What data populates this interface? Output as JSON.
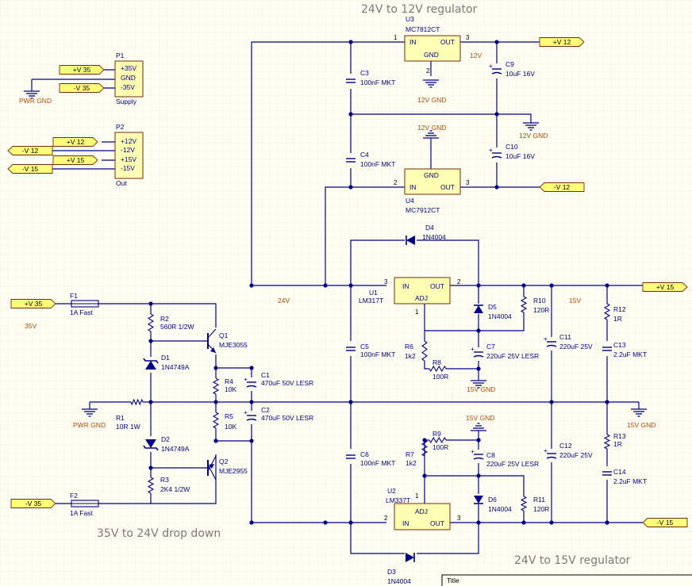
{
  "headings": [
    {
      "id": "heading-12v-regulator",
      "text": "24V to 12V regulator"
    },
    {
      "id": "heading-drop-down",
      "text": "35V to 24V drop down"
    },
    {
      "id": "heading-15v-regulator",
      "text": "24V to 15V regulator"
    }
  ],
  "net_labels": [
    {
      "id": "net-p1-plus-v35",
      "text": "+V 35"
    },
    {
      "id": "net-p1-minus-v35",
      "text": "-V 35"
    },
    {
      "id": "net-p2-plus-v12",
      "text": "+V 12"
    },
    {
      "id": "net-p2-minus-v12",
      "text": "-V 12"
    },
    {
      "id": "net-p2-plus-v15",
      "text": "+V 15"
    },
    {
      "id": "net-p2-minus-v15",
      "text": "-V 15"
    },
    {
      "id": "net-u3-plus-v12",
      "text": "+V 12"
    },
    {
      "id": "net-u4-minus-v12",
      "text": "-V 12"
    },
    {
      "id": "net-in-plus-v35",
      "text": "+V 35"
    },
    {
      "id": "net-in-minus-v35",
      "text": "-V 35"
    },
    {
      "id": "net-out-plus-v15",
      "text": "+V 15"
    },
    {
      "id": "net-out-minus-v15",
      "text": "-V 15"
    }
  ],
  "texts": [
    {
      "id": "pwr-gnd-p1",
      "text": "PWR GND"
    },
    {
      "id": "pwr-gnd-main",
      "text": "PWR GND"
    },
    {
      "id": "gnd-12v-u3",
      "text": "12V GND"
    },
    {
      "id": "gnd-12v-rail",
      "text": "12V GND"
    },
    {
      "id": "gnd-12v-u4",
      "text": "12V GND"
    },
    {
      "id": "gnd-15v-u1",
      "text": "15V GND"
    },
    {
      "id": "gnd-15v-u2",
      "text": "15V GND"
    },
    {
      "id": "gnd-15v-rail",
      "text": "15V GND"
    },
    {
      "id": "p1-ref",
      "text": "P1"
    },
    {
      "id": "p1-pin1",
      "text": "+35V"
    },
    {
      "id": "p1-pin2",
      "text": "GND"
    },
    {
      "id": "p1-pin3",
      "text": "-35V"
    },
    {
      "id": "p1-name",
      "text": "Supply"
    },
    {
      "id": "p2-ref",
      "text": "P2"
    },
    {
      "id": "p2-pin1",
      "text": "+12V"
    },
    {
      "id": "p2-pin2",
      "text": "-12V"
    },
    {
      "id": "p2-pin3",
      "text": "+15V"
    },
    {
      "id": "p2-pin4",
      "text": "-15V"
    },
    {
      "id": "p2-name",
      "text": "Out"
    },
    {
      "id": "u3-ref",
      "text": "U3"
    },
    {
      "id": "u3-part",
      "text": "MC7812CT"
    },
    {
      "id": "u3-in",
      "text": "IN"
    },
    {
      "id": "u3-out",
      "text": "OUT"
    },
    {
      "id": "u3-gnd",
      "text": "GND"
    },
    {
      "id": "u3-pin-in",
      "text": "1"
    },
    {
      "id": "u3-pin-out",
      "text": "3"
    },
    {
      "id": "u3-pin-gnd",
      "text": "2"
    },
    {
      "id": "u4-ref",
      "text": "U4"
    },
    {
      "id": "u4-part",
      "text": "MC7912CT"
    },
    {
      "id": "u4-in",
      "text": "IN"
    },
    {
      "id": "u4-out",
      "text": "OUT"
    },
    {
      "id": "u4-gnd",
      "text": "GND"
    },
    {
      "id": "u4-pin-in",
      "text": "2"
    },
    {
      "id": "u4-pin-out",
      "text": "3"
    },
    {
      "id": "u1-ref",
      "text": "U1"
    },
    {
      "id": "u1-part",
      "text": "LM317T"
    },
    {
      "id": "u1-in",
      "text": "IN"
    },
    {
      "id": "u1-out",
      "text": "OUT"
    },
    {
      "id": "u1-adj",
      "text": "ADJ"
    },
    {
      "id": "u1-pin-in",
      "text": "3"
    },
    {
      "id": "u1-pin-out",
      "text": "2"
    },
    {
      "id": "u1-pin-adj",
      "text": "1"
    },
    {
      "id": "u2-ref",
      "text": "U2"
    },
    {
      "id": "u2-part",
      "text": "LM337T"
    },
    {
      "id": "u2-in",
      "text": "IN"
    },
    {
      "id": "u2-out",
      "text": "OUT"
    },
    {
      "id": "u2-adj",
      "text": "ADJ"
    },
    {
      "id": "u2-pin-in",
      "text": "2"
    },
    {
      "id": "u2-pin-out",
      "text": "3"
    },
    {
      "id": "u2-pin-adj",
      "text": "1"
    },
    {
      "id": "c3-ref",
      "text": "C3"
    },
    {
      "id": "c3-val",
      "text": "100nF MKT"
    },
    {
      "id": "c4-ref",
      "text": "C4"
    },
    {
      "id": "c4-val",
      "text": "100nF MKT"
    },
    {
      "id": "c9-ref",
      "text": "C9"
    },
    {
      "id": "c9-val",
      "text": "10uF 16V"
    },
    {
      "id": "c10-ref",
      "text": "C10"
    },
    {
      "id": "c10-val",
      "text": "10uF 16V"
    },
    {
      "id": "net-12v",
      "text": "12V"
    },
    {
      "id": "f1-ref",
      "text": "F1"
    },
    {
      "id": "f1-val",
      "text": "1A Fast"
    },
    {
      "id": "f2-ref",
      "text": "F2"
    },
    {
      "id": "f2-val",
      "text": "1A Fast"
    },
    {
      "id": "net-35v",
      "text": "35V"
    },
    {
      "id": "r2-ref",
      "text": "R2"
    },
    {
      "id": "r2-val",
      "text": "560R 1/2W"
    },
    {
      "id": "d1-ref",
      "text": "D1"
    },
    {
      "id": "d1-val",
      "text": "1N4749A"
    },
    {
      "id": "q1-ref",
      "text": "Q1"
    },
    {
      "id": "q1-val",
      "text": "MJE3055"
    },
    {
      "id": "r4-ref",
      "text": "R4"
    },
    {
      "id": "r4-val",
      "text": "10K"
    },
    {
      "id": "c1-ref",
      "text": "C1"
    },
    {
      "id": "c1-val",
      "text": "470uF 50V LESR"
    },
    {
      "id": "r1-ref",
      "text": "R1"
    },
    {
      "id": "r1-val",
      "text": "10R 1W"
    },
    {
      "id": "r5-ref",
      "text": "R5"
    },
    {
      "id": "r5-val",
      "text": "10K"
    },
    {
      "id": "c2-ref",
      "text": "C2"
    },
    {
      "id": "c2-val",
      "text": "470uF 50V LESR"
    },
    {
      "id": "d2-ref",
      "text": "D2"
    },
    {
      "id": "d2-val",
      "text": "1N4749A"
    },
    {
      "id": "q2-ref",
      "text": "Q2"
    },
    {
      "id": "q2-val",
      "text": "MJE2955"
    },
    {
      "id": "r3-ref",
      "text": "R3"
    },
    {
      "id": "r3-val",
      "text": "2K4 1/2W"
    },
    {
      "id": "net-24v",
      "text": "24V"
    },
    {
      "id": "d4-ref",
      "text": "D4"
    },
    {
      "id": "d4-val",
      "text": "1N4004"
    },
    {
      "id": "d5-ref",
      "text": "D5"
    },
    {
      "id": "d5-val",
      "text": "1N4004"
    },
    {
      "id": "r10-ref",
      "text": "R10"
    },
    {
      "id": "r10-val",
      "text": "120R"
    },
    {
      "id": "net-15v",
      "text": "15V"
    },
    {
      "id": "r12-ref",
      "text": "R12"
    },
    {
      "id": "r12-val",
      "text": "1R"
    },
    {
      "id": "c11-ref",
      "text": "C11"
    },
    {
      "id": "c11-val",
      "text": "220uF 25V"
    },
    {
      "id": "c13-ref",
      "text": "C13"
    },
    {
      "id": "c13-val",
      "text": "2.2uF MKT"
    },
    {
      "id": "c5-ref",
      "text": "C5"
    },
    {
      "id": "c5-val",
      "text": "100nF MKT"
    },
    {
      "id": "r6-ref",
      "text": "R6"
    },
    {
      "id": "r6-val",
      "text": "1k2"
    },
    {
      "id": "c7-ref",
      "text": "C7"
    },
    {
      "id": "c7-val",
      "text": "220uF 25V LESR"
    },
    {
      "id": "r8-ref",
      "text": "R8"
    },
    {
      "id": "r8-val",
      "text": "100R"
    },
    {
      "id": "c6-ref",
      "text": "C6"
    },
    {
      "id": "c6-val",
      "text": "100nF MKT"
    },
    {
      "id": "r7-ref",
      "text": "R7"
    },
    {
      "id": "r7-val",
      "text": "1k2"
    },
    {
      "id": "r9-ref",
      "text": "R9"
    },
    {
      "id": "r9-val",
      "text": "100R"
    },
    {
      "id": "c8-ref",
      "text": "C8"
    },
    {
      "id": "c8-val",
      "text": "220uF 25V LESR"
    },
    {
      "id": "d6-ref",
      "text": "D6"
    },
    {
      "id": "d6-val",
      "text": "1N4004"
    },
    {
      "id": "r11-ref",
      "text": "R11"
    },
    {
      "id": "r11-val",
      "text": "120R"
    },
    {
      "id": "c12-ref",
      "text": "C12"
    },
    {
      "id": "c12-val",
      "text": "220uF 25V"
    },
    {
      "id": "r13-ref",
      "text": "R13"
    },
    {
      "id": "r13-val",
      "text": "1R"
    },
    {
      "id": "c14-ref",
      "text": "C14"
    },
    {
      "id": "c14-val",
      "text": "2.2uF MKT"
    },
    {
      "id": "d3-ref",
      "text": "D3"
    },
    {
      "id": "d3-val",
      "text": "1N4004"
    },
    {
      "id": "title-block-title",
      "text": "Title"
    }
  ]
}
